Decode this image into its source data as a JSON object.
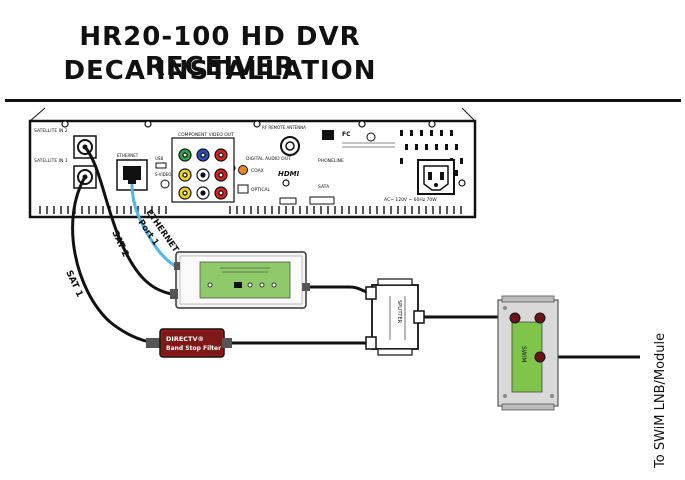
{
  "title": {
    "line1": "HR20-100 HD DVR RECEIVER",
    "line2": "DECA INSTALLATION"
  },
  "receiver": {
    "sat_in_1": "SATELLITE IN 1",
    "sat_in_2": "SATELLITE IN 2",
    "component_video_out": "COMPONENT VIDEO OUT",
    "rf_remote": "RF REMOTE ANTENNA",
    "digital_audio_out": "DIGITAL AUDIO OUT",
    "phoneline": "PHONELINE",
    "coax": "COAX",
    "optical": "OPTICAL",
    "hdmi": "HDMI",
    "sata": "SATA",
    "ac_label": "AC~ 120V ~ 60Hz 70W",
    "ethernet_port": "ETHERNET",
    "usb": "USB",
    "s_video": "S-VIDEO"
  },
  "cables": {
    "sat1": "SAT 1",
    "sat2": "SAT 2",
    "ethernet_line1": "ETHERNET",
    "ethernet_line2": "Port 1"
  },
  "band_stop_filter": {
    "line1": "DIRECTV®",
    "line2": "Band Stop Filter"
  },
  "splitter": {
    "label": "SPLITTER"
  },
  "swim": {
    "label": "SWiM"
  },
  "destination": {
    "label": "To SWiM LNB/Module"
  },
  "colors": {
    "ethernet_cable": "#4fb6e6",
    "deca_green": "#8ec96a",
    "swim_green": "#7ec54a",
    "filter_red": "#a01818",
    "coax_black": "#111111"
  }
}
